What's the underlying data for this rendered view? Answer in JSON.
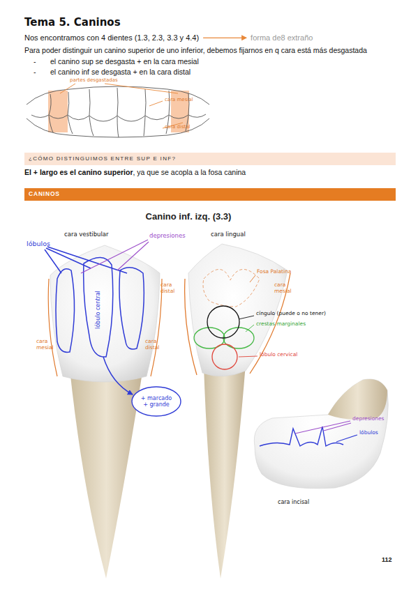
{
  "diagram": {
    "title": "Tema 5. Caninos",
    "nodes": [
      {
        "text": [
          "¿CÓMO DISTINGUIMOS ENTRE SUP E INF?"
        ]
      },
      {
        "text": [
          "CANINOS"
        ]
      },
      {
        "text": [
          "+ marcado + grande"
        ]
      }
    ],
    "labels": [
      "Nos encontramos con 4 dientes (1.3, 2.3, 3.3 y 4.4)",
      "forma de8 extraño",
      "Para poder distinguir un canino superior de uno inferior, debemos fijarnos en q cara está más desgastada",
      "-",
      "el canino sup se desgasta + en la cara mesial",
      "-",
      "el canino inf se desgasta + en la cara distal",
      "partes desgastadas",
      "cara mesial",
      "cara distal",
      "El + largo es el canino superior",
      ", ya que se acopla a la fosa canina",
      "Canino inf. izq. (3.3)",
      "cara vestibular",
      "depresiones",
      "cara lingual",
      "lóbulos",
      "Fosa Palatina",
      "cara distal",
      "cara mesial",
      "lóbulo central",
      "cíngulo (puede o no tener)",
      "crestas marginales",
      "cara mesial",
      "cara distal",
      "lóbulo cervical",
      "depresiones",
      "lóbulos",
      "cara incisal",
      "112"
    ]
  }
}
